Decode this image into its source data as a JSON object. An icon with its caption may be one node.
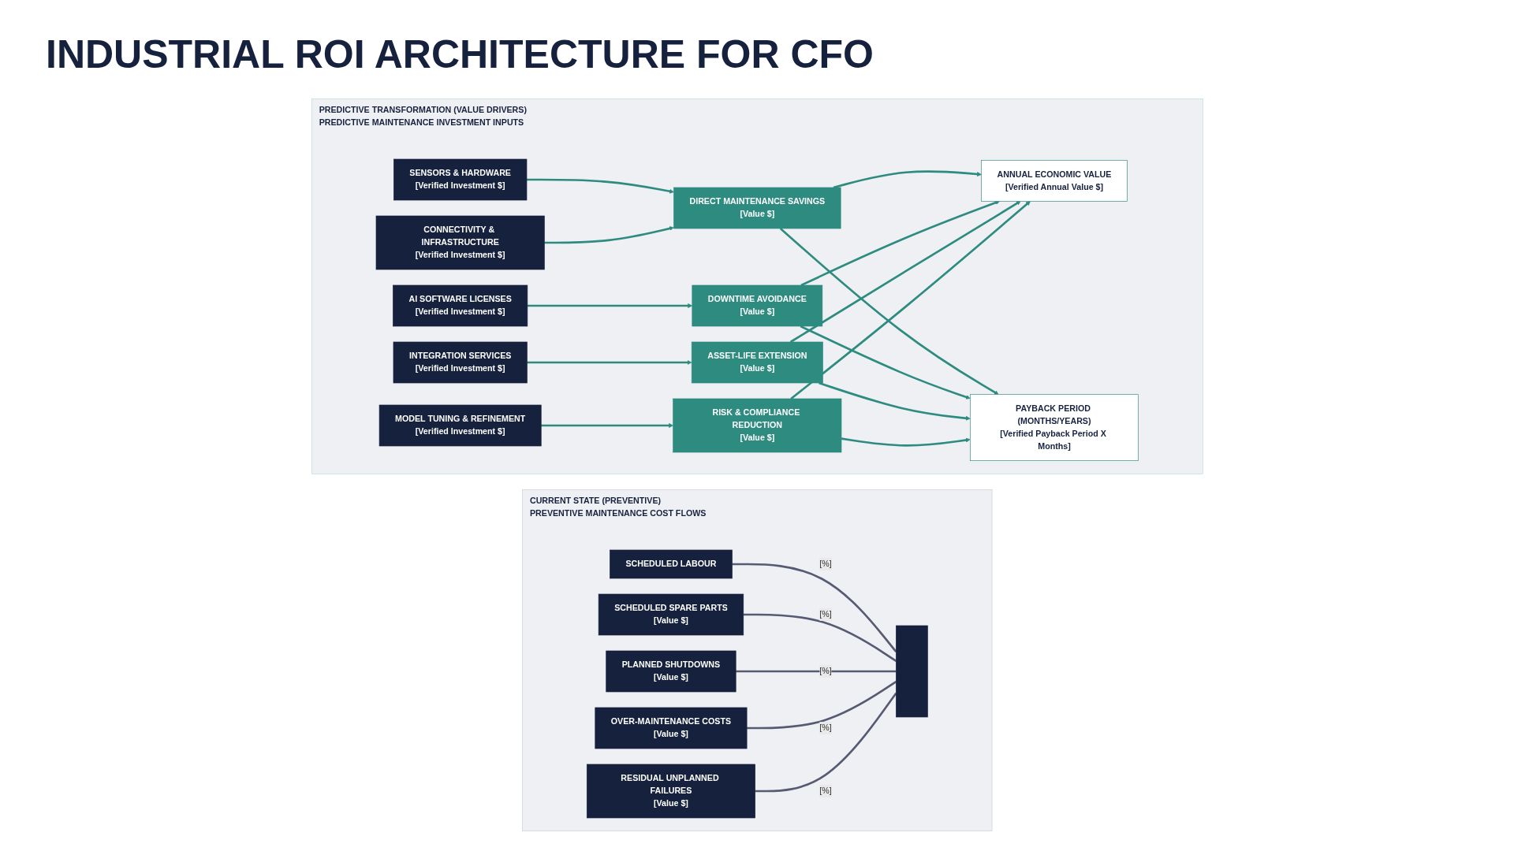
{
  "diagram": {
    "title": "INDUSTRIAL ROI ARCHITECTURE FOR CFO",
    "nodes": [
      {
        "text": [
          "CURRENT STATE (PREVENTIVE)",
          "PREVENTIVE MAINTENANCE COST FLOWS"
        ]
      },
      {
        "text": [
          "SCHEDULED LABOUR"
        ],
        "in": 0
      },
      {
        "text": [
          "SCHEDULED SPARE PARTS",
          "[Value $]"
        ],
        "in": 0
      },
      {
        "text": [
          "PLANNED SHUTDOWNS",
          "[Value $]"
        ],
        "in": 0
      },
      {
        "text": [
          "OVER-MAINTENANCE COSTS",
          "[Value $]"
        ],
        "in": 0
      },
      {
        "text": [
          "RESIDUAL UNPLANNED FAILURES",
          "[Value $]"
        ],
        "in": 0
      },
      {
        "text": [],
        "shape": "bar",
        "in": 0
      },
      {
        "text": [
          "PREDICTIVE TRANSFORMATION (VALUE DRIVERS)",
          "PREDICTIVE MAINTENANCE INVESTMENT INPUTS"
        ]
      },
      {
        "text": [
          "SENSORS & HARDWARE",
          "[Verified Investment $]"
        ],
        "in": 7
      },
      {
        "text": [
          "CONNECTIVITY & INFRASTRUCTURE",
          "[Verified Investment $]"
        ],
        "in": 7
      },
      {
        "text": [
          "AI SOFTWARE LICENSES",
          "[Verified Investment $]"
        ],
        "in": 7
      },
      {
        "text": [
          "INTEGRATION SERVICES",
          "[Verified Investment $]"
        ],
        "in": 7
      },
      {
        "text": [
          "MODEL TUNING & REFINEMENT",
          "[Verified Investment $]"
        ],
        "in": 7
      },
      {
        "text": [
          "DIRECT MAINTENANCE SAVINGS",
          "[Value $]"
        ],
        "in": 7
      },
      {
        "text": [
          "DOWNTIME AVOIDANCE",
          "[Value $]"
        ],
        "in": 7
      },
      {
        "text": [
          "ASSET-LIFE EXTENSION",
          "[Value $]"
        ],
        "in": 7
      },
      {
        "text": [
          "RISK & COMPLIANCE REDUCTION",
          "[Value $]"
        ],
        "in": 7
      },
      {
        "text": [
          "ANNUAL ECONOMIC VALUE",
          "[Verified Annual Value $]"
        ],
        "in": 7
      },
      {
        "text": [
          "PAYBACK PERIOD (MONTHS/YEARS)",
          "[Verified Payback Period X Months]"
        ],
        "in": 7
      }
    ],
    "edges": [
      {
        "from": 1,
        "to": 6,
        "arrow": "none",
        "label": "[%]",
        "color": "#565b73"
      },
      {
        "from": 2,
        "to": 6,
        "arrow": "none",
        "label": "[%]",
        "color": "#565b73"
      },
      {
        "from": 3,
        "to": 6,
        "arrow": "none",
        "label": "[%]",
        "color": "#565b73"
      },
      {
        "from": 4,
        "to": 6,
        "arrow": "none",
        "label": "[%]",
        "color": "#565b73"
      },
      {
        "from": 5,
        "to": 6,
        "arrow": "none",
        "label": "[%]",
        "color": "#565b73"
      },
      {
        "from": 8,
        "to": 13,
        "arrow": "to"
      },
      {
        "from": 9,
        "to": 13,
        "arrow": "to"
      },
      {
        "from": 10,
        "to": 14,
        "arrow": "to"
      },
      {
        "from": 11,
        "to": 15,
        "arrow": "to"
      },
      {
        "from": 12,
        "to": 16,
        "arrow": "to"
      },
      {
        "from": 13,
        "to": 17,
        "arrow": "to"
      },
      {
        "from": 14,
        "to": 17,
        "arrow": "to"
      },
      {
        "from": 15,
        "to": 17,
        "arrow": "to"
      },
      {
        "from": 16,
        "to": 17,
        "arrow": "to"
      },
      {
        "from": 13,
        "to": 18,
        "arrow": "to"
      },
      {
        "from": 14,
        "to": 18,
        "arrow": "to"
      },
      {
        "from": 15,
        "to": 18,
        "arrow": "to"
      },
      {
        "from": 16,
        "to": 18,
        "arrow": "to"
      }
    ]
  }
}
